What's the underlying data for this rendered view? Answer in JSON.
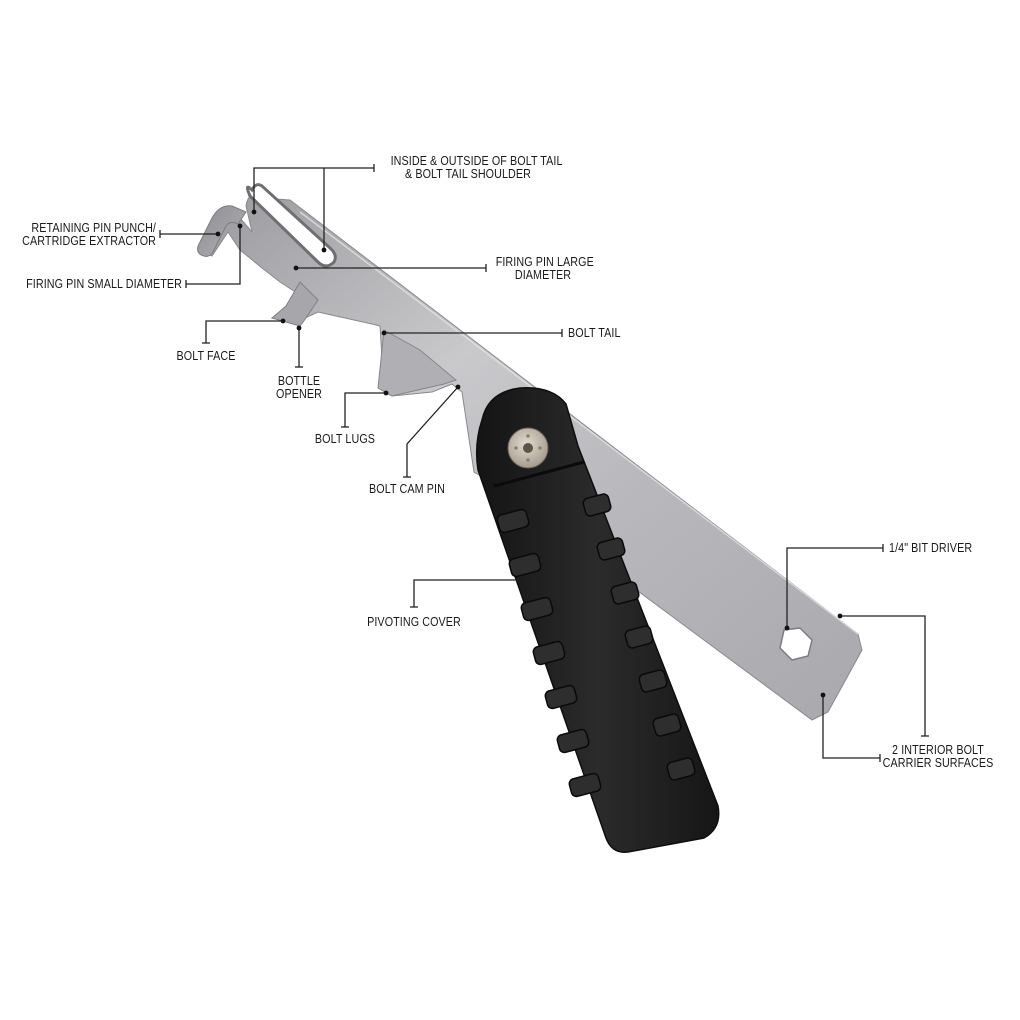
{
  "diagram": {
    "subject": "Bolt carrier multi-tool with pivoting cover",
    "colors": {
      "background": "#ffffff",
      "steel_light": "#d4d4d6",
      "steel_mid": "#b3b3b6",
      "steel_dark": "#8c8c90",
      "cover_black": "#1f1f1f",
      "cover_highlight": "#3a3a3a",
      "screw": "#c9bfb2",
      "leader_line": "#222222",
      "text": "#1a1a1a"
    },
    "callouts": [
      {
        "id": "bolt-tail-inside-outside",
        "lines": [
          "INSIDE & OUTSIDE OF BOLT TAIL",
          "& BOLT TAIL SHOULDER"
        ]
      },
      {
        "id": "retaining-pin-punch",
        "lines": [
          "RETAINING PIN PUNCH/",
          "CARTRIDGE EXTRACTOR"
        ]
      },
      {
        "id": "firing-pin-large",
        "lines": [
          "FIRING PIN LARGE",
          "DIAMETER"
        ]
      },
      {
        "id": "firing-pin-small",
        "lines": [
          "FIRING PIN SMALL DIAMETER"
        ]
      },
      {
        "id": "bolt-tail",
        "lines": [
          "BOLT TAIL"
        ]
      },
      {
        "id": "bolt-face",
        "lines": [
          "BOLT FACE"
        ]
      },
      {
        "id": "bottle-opener",
        "lines": [
          "BOTTLE",
          "OPENER"
        ]
      },
      {
        "id": "bolt-lugs",
        "lines": [
          "BOLT LUGS"
        ]
      },
      {
        "id": "bolt-cam-pin",
        "lines": [
          "BOLT CAM PIN"
        ]
      },
      {
        "id": "pivoting-cover",
        "lines": [
          "PIVOTING COVER"
        ]
      },
      {
        "id": "bit-driver",
        "lines": [
          "1/4\" BIT DRIVER"
        ]
      },
      {
        "id": "interior-bolt-carrier",
        "lines": [
          "2 INTERIOR BOLT",
          "CARRIER SURFACES"
        ]
      }
    ]
  }
}
